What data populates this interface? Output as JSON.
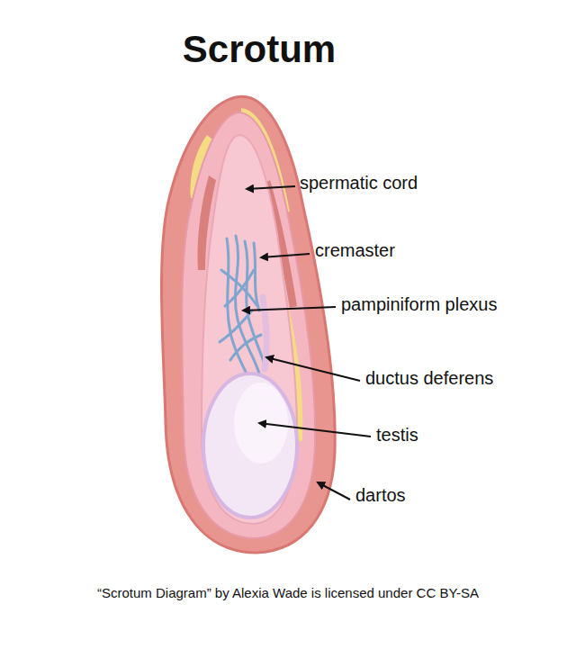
{
  "diagram": {
    "title": "Scrotum",
    "caption": "“Scrotum Diagram” by Alexia Wade is licensed under CC BY-SA",
    "labels": [
      "spermatic cord",
      "cremaster",
      "pampiniform plexus",
      "ductus deferens",
      "testis",
      "dartos"
    ]
  }
}
